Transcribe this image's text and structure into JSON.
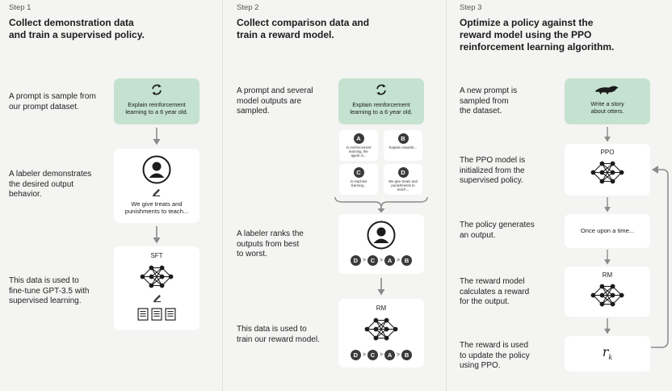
{
  "steps": [
    {
      "label": "Step 1",
      "title": "Collect demonstration data\nand train a supervised policy.",
      "descriptions": [
        "A prompt is sample from\nour prompt dataset.",
        "A labeler demonstrates\nthe desired output\nbehavior.",
        "This data is used to\nfine-tune GPT-3.5 with\nsupervised learning."
      ],
      "prompt_text": "Explain reinforcement\nlearning to a 6 year old.",
      "demo_text": "We give treats and\npunishments to teach...",
      "model_label": "SFT"
    },
    {
      "label": "Step 2",
      "title": "Collect comparison data and\ntrain a reward model.",
      "descriptions": [
        "A prompt and several\nmodel outputs are\nsampled.",
        "A labeler ranks the\noutputs from best\nto worst.",
        "This data is used to\ntrain our reward model."
      ],
      "prompt_text": "Explain reinforcement\nlearning to a 6 year old.",
      "outputs": [
        {
          "letter": "A",
          "text": "In reinforcement\nlearning, the\nagent is..."
        },
        {
          "letter": "B",
          "text": "Explain rewards..."
        },
        {
          "letter": "C",
          "text": "In machine\nlearning..."
        },
        {
          "letter": "D",
          "text": "We give treats and\npunishments to\nteach..."
        }
      ],
      "ranking": [
        "D",
        "C",
        "A",
        "B"
      ],
      "rank_separator": ">",
      "model_label": "RM"
    },
    {
      "label": "Step 3",
      "title": "Optimize a policy against the\nreward model using the PPO\nreinforcement learning algorithm.",
      "descriptions": [
        "A new prompt is\nsampled from\nthe dataset.",
        "The PPO model is\ninitialized from the\nsupervised policy.",
        "The policy generates\nan output.",
        "The reward model\ncalculates a reward\nfor the output.",
        "The reward is used\nto update the policy\nusing PPO."
      ],
      "prompt_text": "Write a story\nabout otters.",
      "ppo_label": "PPO",
      "output_text": "Once upon a time...",
      "rm_label": "RM",
      "reward_symbol": "r",
      "reward_subscript": "k"
    }
  ],
  "icons": {
    "recycle": "recycle-arrows-icon",
    "person": "person-icon",
    "pencil": "pencil-icon",
    "network": "neural-network-icon",
    "document": "document-icon",
    "otter": "otter-icon",
    "arrow": "arrow-down-icon"
  },
  "colors": {
    "background": "#f4f4f3",
    "prompt_card": "#c4e2cf",
    "card": "#ffffff",
    "arrow": "#8a8a8a",
    "dark": "#1c1c1c"
  }
}
